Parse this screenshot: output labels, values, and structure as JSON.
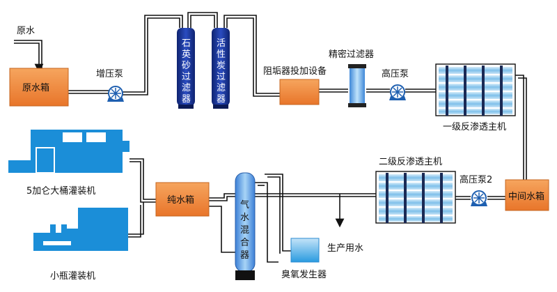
{
  "labels": {
    "raw_water": "原水",
    "raw_water_tank": "原水箱",
    "booster_pump": "增压泵",
    "filter1_chars": [
      "石",
      "英",
      "砂",
      "过",
      "滤",
      "器"
    ],
    "filter2_chars": [
      "活",
      "性",
      "炭",
      "过",
      "滤",
      "器"
    ],
    "antiscalant_dosing": "阻垢器投加设备",
    "precision_filter": "精密过滤器",
    "high_pressure_pump": "高压泵",
    "ro_stage1": "一级反渗透主机",
    "ro_stage2": "二级反渗透主机",
    "high_pressure_pump2": "高压泵2",
    "intermediate_tank": "中间水箱",
    "pure_water_tank": "纯水箱",
    "gas_water_mixer_chars": [
      "气",
      "水",
      "混",
      "合",
      "器"
    ],
    "ozone_generator": "臭氧发生器",
    "production_water": "生产用水",
    "barrel_filling": "5加仑大桶灌装机",
    "bottle_filling": "小瓶灌装机"
  },
  "colors": {
    "tank_orange": "#f08a3c",
    "filter_navy": "#1e3a9e",
    "machine_blue": "#1b8ed8",
    "ro_tube": "#9fd0f0",
    "pipe": "#111111"
  },
  "icons": {
    "pump": "pump-icon",
    "arrow": "flow-arrow"
  }
}
